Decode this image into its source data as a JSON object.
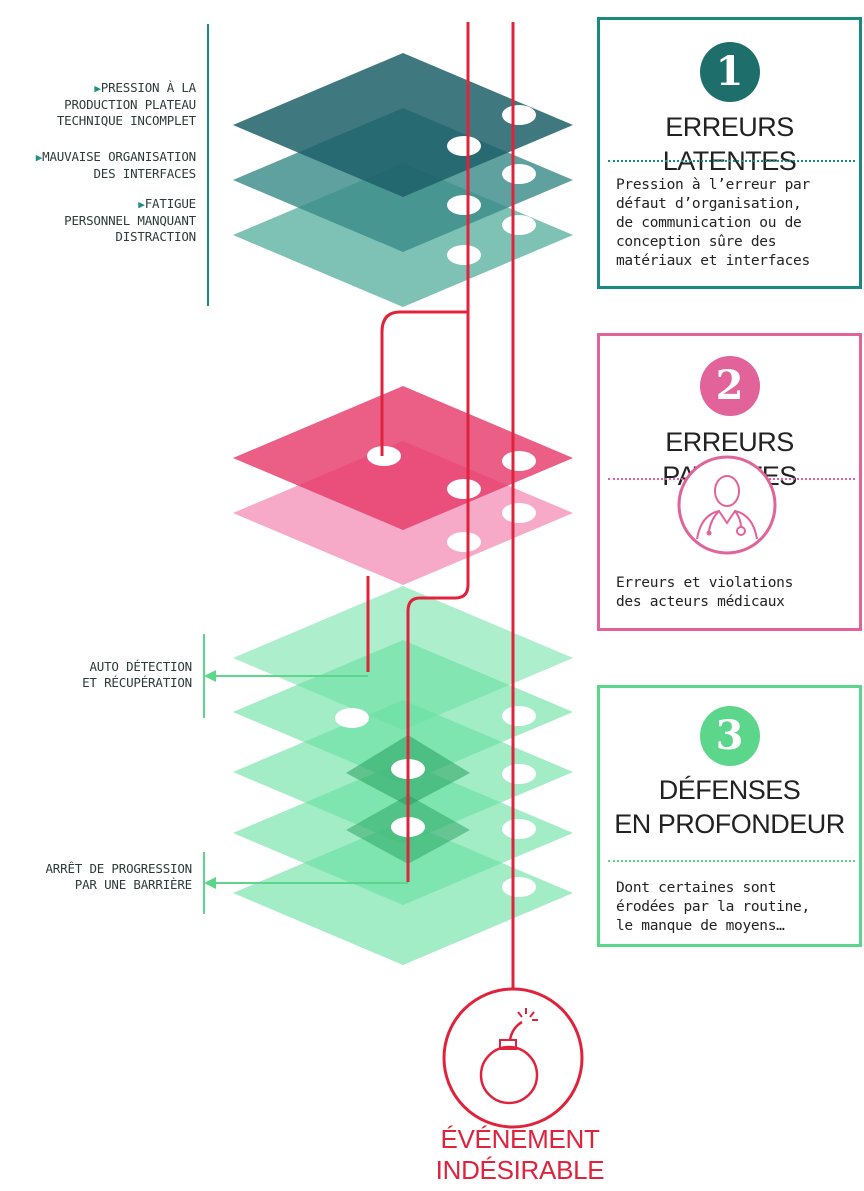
{
  "colors": {
    "latent_dark": "#1e6068",
    "latent_mid": "#3c8c8a",
    "latent_light": "#73bdaf",
    "patent_dark": "#e63a6b",
    "patent_light": "#f49bbd",
    "defense": "#69e0a3",
    "defense_dark": "#1d9a55",
    "line_red": "#e0233c",
    "teal_border": "#1b8a7e",
    "pink_border": "#e2629a",
    "green_border": "#5cd68a"
  },
  "left_labels": {
    "pression": {
      "marker": "▶",
      "lines": [
        "PRESSION À LA",
        "PRODUCTION PLATEAU",
        "TECHNIQUE INCOMPLET"
      ]
    },
    "organisation": {
      "marker": "▶",
      "lines": [
        "MAUVAISE ORGANISATION",
        "DES INTERFACES"
      ]
    },
    "fatigue": {
      "marker": "▶",
      "lines": [
        "FATIGUE",
        "PERSONNEL MANQUANT",
        "DISTRACTION"
      ]
    },
    "auto_detection": {
      "lines": [
        "AUTO DÉTECTION",
        "ET RÉCUPÉRATION"
      ]
    },
    "arret": {
      "lines": [
        "ARRÊT DE PROGRESSION",
        "PAR UNE BARRIÈRE"
      ]
    }
  },
  "panels": [
    {
      "number": "1",
      "title_lines": [
        "ERREURS LATENTES"
      ],
      "description": "Pression à l’erreur par\ndéfaut d’organisation,\nde communication ou de\nconception sûre des\nmatériaux et interfaces",
      "icon": "doctor-icon-absent"
    },
    {
      "number": "2",
      "title_lines": [
        "ERREURS PATENTES"
      ],
      "description": "Erreurs et violations\ndes acteurs médicaux",
      "icon": "doctor-icon"
    },
    {
      "number": "3",
      "title_lines": [
        "DÉFENSES",
        "EN PROFONDEUR"
      ],
      "description": "Dont certaines sont\nérodées par la routine,\nle manque de moyens…",
      "icon": "none"
    }
  ],
  "final_event": {
    "lines": [
      "ÉVÉNEMENT",
      "INDÉSIRABLE"
    ],
    "icon": "bomb-icon"
  }
}
